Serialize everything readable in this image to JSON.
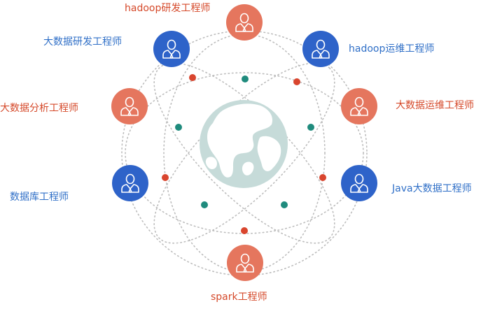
{
  "colors": {
    "orange": "#e5765e",
    "blue": "#2e63c9",
    "text_orange": "#d5492a",
    "text_blue": "#2f6fc7",
    "dot_red": "#d9452e",
    "dot_teal": "#1f8b7d",
    "dotted_line": "#b9b9b9",
    "globe": "#c6dbd9",
    "land": "#ffffff"
  },
  "center": {
    "icon": "globe-icon"
  },
  "nodes": [
    {
      "id": "hadoop-dev",
      "label": "hadoop研发工程师",
      "color": "orange",
      "icon": "user-icon"
    },
    {
      "id": "hadoop-ops",
      "label": "hadoop运维工程师",
      "color": "blue",
      "icon": "user-icon"
    },
    {
      "id": "bigdata-ops",
      "label": "大数据运维工程师",
      "color": "orange",
      "icon": "user-icon"
    },
    {
      "id": "java-bigdata",
      "label": "Java大数据工程师",
      "color": "blue",
      "icon": "user-icon"
    },
    {
      "id": "spark",
      "label": "spark工程师",
      "color": "orange",
      "icon": "user-icon"
    },
    {
      "id": "database",
      "label": "数据库工程师",
      "color": "blue",
      "icon": "user-icon"
    },
    {
      "id": "bigdata-analysis",
      "label": "大数据分析工程师",
      "color": "orange",
      "icon": "user-icon"
    },
    {
      "id": "bigdata-dev",
      "label": "大数据研发工程师",
      "color": "blue",
      "icon": "user-icon"
    }
  ]
}
